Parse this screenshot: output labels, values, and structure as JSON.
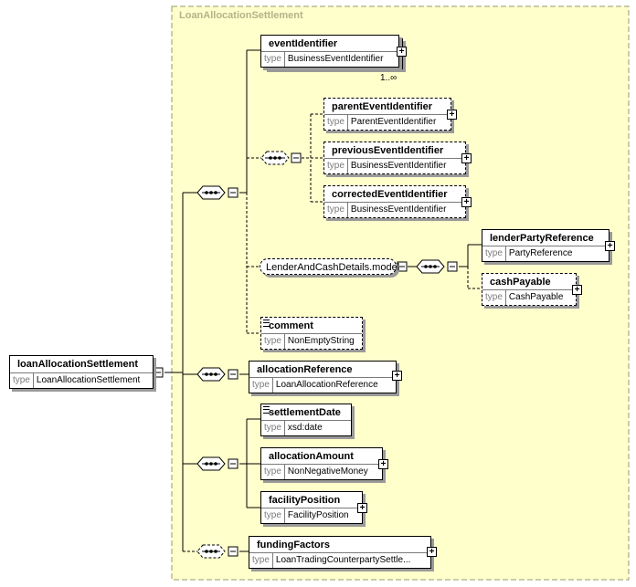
{
  "frame": {
    "title": "LoanAllocationSettlement"
  },
  "root": {
    "name": "loanAllocationSettlement",
    "type_key": "type",
    "type_value": "LoanAllocationSettlement"
  },
  "elements": {
    "eventIdentifier": {
      "name": "eventIdentifier",
      "type_key": "type",
      "type_value": "BusinessEventIdentifier",
      "cardinality": "1..∞"
    },
    "parentEventIdentifier": {
      "name": "parentEventIdentifier",
      "type_key": "type",
      "type_value": "ParentEventIdentifier"
    },
    "previousEventIdentifier": {
      "name": "previousEventIdentifier",
      "type_key": "type",
      "type_value": "BusinessEventIdentifier"
    },
    "correctedEventIdentifier": {
      "name": "correctedEventIdentifier",
      "type_key": "type",
      "type_value": "BusinessEventIdentifier"
    },
    "lenderPartyReference": {
      "name": "lenderPartyReference",
      "type_key": "type",
      "type_value": "PartyReference"
    },
    "cashPayable": {
      "name": "cashPayable",
      "type_key": "type",
      "type_value": "CashPayable"
    },
    "comment": {
      "name": "comment",
      "type_key": "type",
      "type_value": "NonEmptyString"
    },
    "allocationReference": {
      "name": "allocationReference",
      "type_key": "type",
      "type_value": "LoanAllocationReference"
    },
    "settlementDate": {
      "name": "settlementDate",
      "type_key": "type",
      "type_value": "xsd:date"
    },
    "allocationAmount": {
      "name": "allocationAmount",
      "type_key": "type",
      "type_value": "NonNegativeMoney"
    },
    "facilityPosition": {
      "name": "facilityPosition",
      "type_key": "type",
      "type_value": "FacilityPosition"
    },
    "fundingFactors": {
      "name": "fundingFactors",
      "type_key": "type",
      "type_value": "LoanTradingCounterpartySettle..."
    }
  },
  "group": {
    "name": "LenderAndCashDetails.model"
  }
}
